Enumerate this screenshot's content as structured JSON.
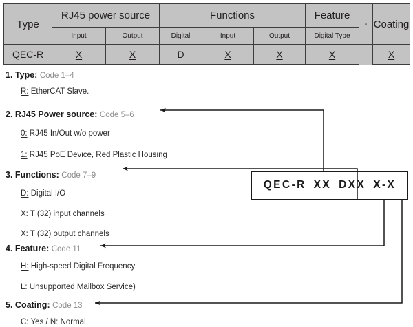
{
  "table": {
    "group_headers": [
      {
        "label": "Type"
      },
      {
        "label": "RJ45 power source"
      },
      {
        "label": "Functions"
      },
      {
        "label": "Feature"
      },
      {
        "label": "-"
      },
      {
        "label": "Coating"
      }
    ],
    "sub_headers": [
      {
        "label": "Input"
      },
      {
        "label": "Output"
      },
      {
        "label": "Digital"
      },
      {
        "label": "Input"
      },
      {
        "label": "Output"
      },
      {
        "label": "Digital Type"
      }
    ],
    "values": {
      "type": "QEC-R",
      "rj45_input": "X",
      "rj45_output": "X",
      "fn_digital": "D",
      "fn_input": "X",
      "fn_output": "X",
      "feature_digital_type": "X",
      "coating": "X"
    }
  },
  "code_box": {
    "segments": [
      "QEC-R",
      "XX",
      "DXX",
      "X-X"
    ]
  },
  "legend": {
    "sections": [
      {
        "number": "1.",
        "title": "Type:",
        "code": "Code 1–4",
        "items": [
          {
            "key": "R:",
            "text": "EtherCAT Slave."
          }
        ]
      },
      {
        "number": "2.",
        "title": "RJ45 Power source:",
        "code": "Code 5–6",
        "items": [
          {
            "key": "0:",
            "text": "RJ45 In/Out w/o power"
          },
          {
            "key": "1:",
            "text": "RJ45 PoE Device, Red Plastic Housing"
          }
        ]
      },
      {
        "number": "3.",
        "title": "Functions:",
        "code": "Code 7–9",
        "items": [
          {
            "key": "D:",
            "text": "Digital I/O"
          },
          {
            "key": "X:",
            "text": "T (32) input channels"
          },
          {
            "key": "X:",
            "text": "T (32) output channels"
          }
        ]
      },
      {
        "number": "4.",
        "title": "Feature:",
        "code": "Code 11",
        "items": [
          {
            "key": "H:",
            "text": "High-speed Digital Frequency"
          },
          {
            "key": "L:",
            "text": "Unsupported Mailbox Service)"
          }
        ]
      },
      {
        "number": "5.",
        "title": "Coating:",
        "code": "Code 13",
        "items": [
          {
            "key": "C:",
            "text": "Yes /"
          },
          {
            "key": "N:",
            "text": "Normal"
          }
        ]
      }
    ]
  },
  "colors": {
    "header_gray": "#c3c3c3",
    "line": "#1a1a1a",
    "muted_text": "#8c8c8c"
  }
}
